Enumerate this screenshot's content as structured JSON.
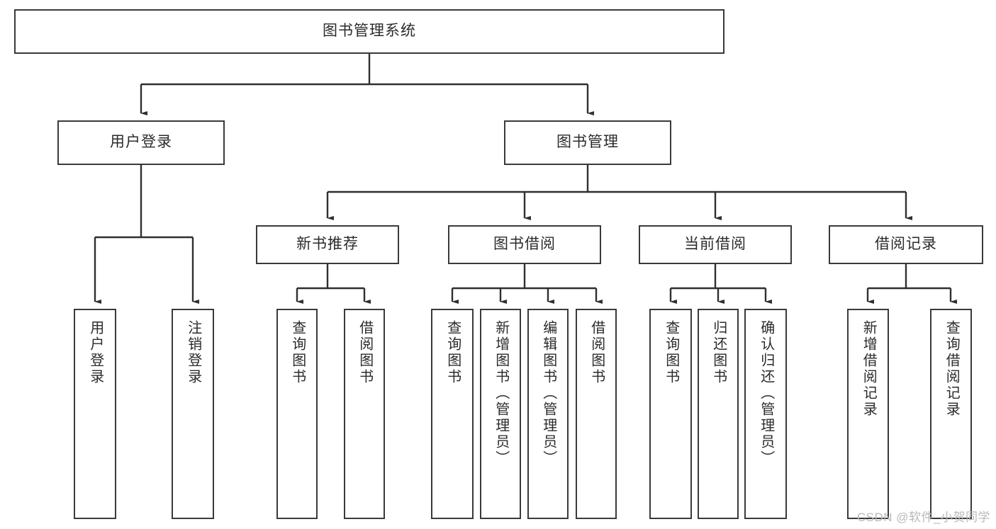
{
  "diagram": {
    "title": "图书管理系统",
    "type": "tree",
    "colors": {
      "stroke": "#3a3a3a",
      "background": "#ffffff",
      "text": "#2b2b2b",
      "watermark": "#b9b9b9"
    },
    "levels": {
      "root": {
        "label": "图书管理系统"
      },
      "level1": [
        {
          "label": "用户登录"
        },
        {
          "label": "图书管理"
        }
      ],
      "level2": [
        {
          "label": "新书推荐"
        },
        {
          "label": "图书借阅"
        },
        {
          "label": "当前借阅"
        },
        {
          "label": "借阅记录"
        }
      ],
      "leaves": [
        {
          "label": "用户登录",
          "parent": "用户登录"
        },
        {
          "label": "注销登录",
          "parent": "用户登录"
        },
        {
          "label": "查询图书",
          "parent": "新书推荐"
        },
        {
          "label": "借阅图书",
          "parent": "新书推荐"
        },
        {
          "label": "查询图书",
          "parent": "图书借阅"
        },
        {
          "label": "新增图书（管理员）",
          "parent": "图书借阅"
        },
        {
          "label": "编辑图书（管理员）",
          "parent": "图书借阅"
        },
        {
          "label": "借阅图书",
          "parent": "图书借阅"
        },
        {
          "label": "查询图书",
          "parent": "当前借阅"
        },
        {
          "label": "归还图书",
          "parent": "当前借阅"
        },
        {
          "label": "确认归还（管理员）",
          "parent": "当前借阅"
        },
        {
          "label": "新增借阅记录",
          "parent": "借阅记录"
        },
        {
          "label": "查询借阅记录",
          "parent": "借阅记录"
        }
      ]
    }
  },
  "watermark": {
    "text": "CSDN @软件_小贺同学"
  }
}
